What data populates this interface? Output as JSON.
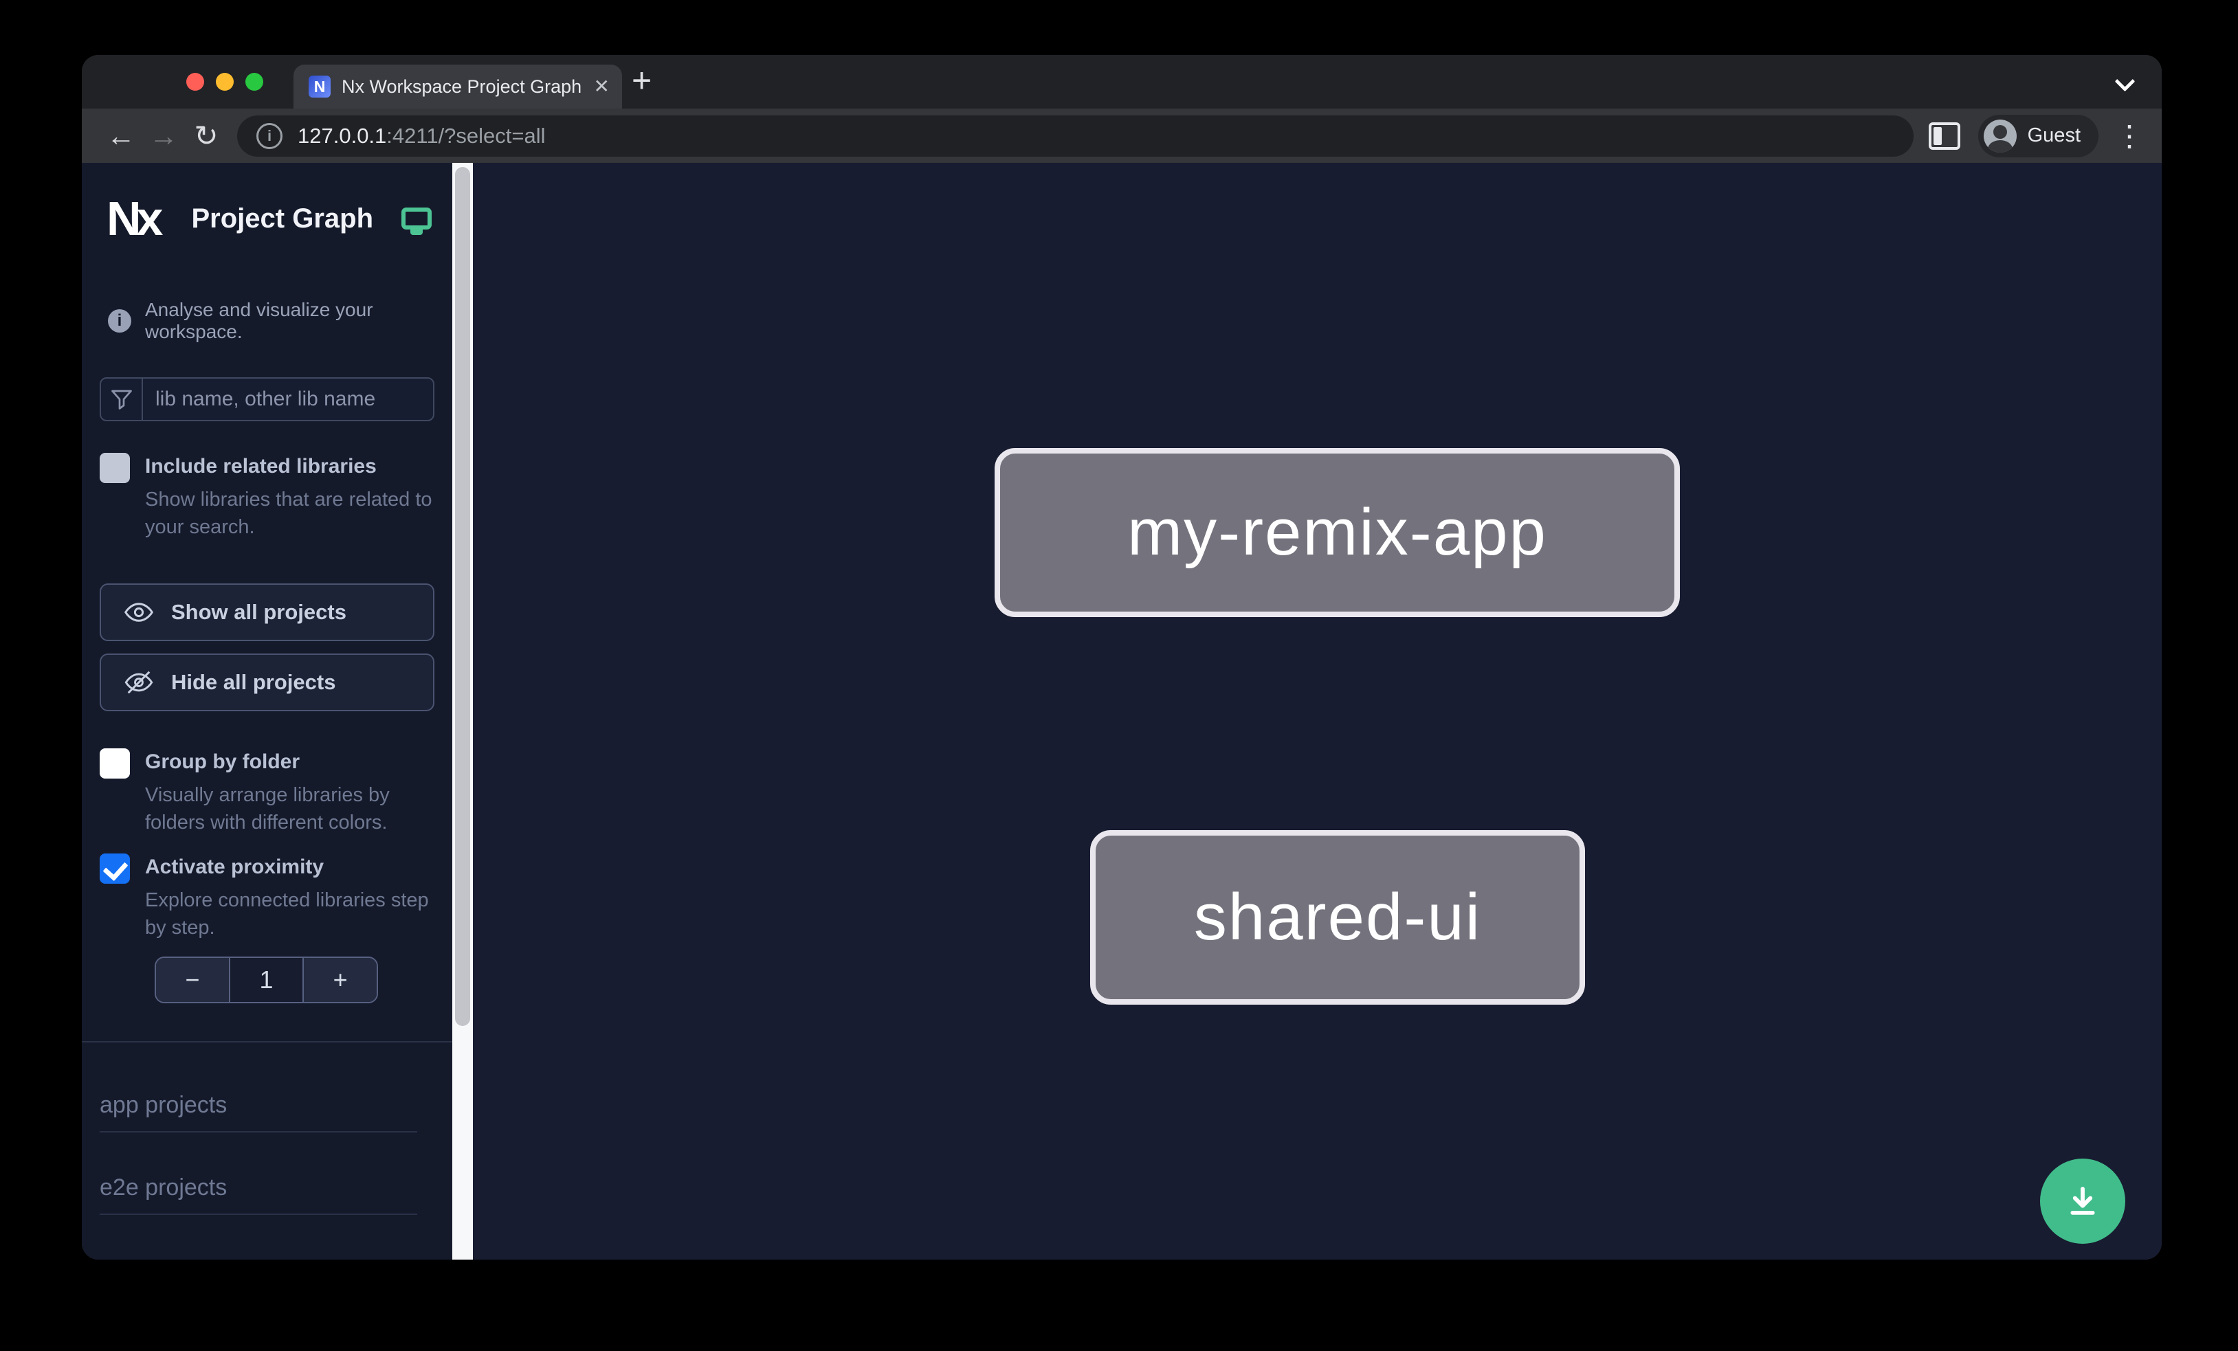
{
  "browser": {
    "tab_title": "Nx Workspace Project Graph",
    "favicon_label": "N",
    "new_tab_label": "+",
    "close_tab_label": "✕",
    "back_label": "←",
    "forward_label": "→",
    "reload_label": "↻",
    "url": {
      "host": "127.0.0.1",
      "rest": ":4211/?select=all",
      "info_glyph": "i"
    },
    "profile_label": "Guest",
    "kebab_glyph": "⋮"
  },
  "sidebar": {
    "logo_text": "Nx",
    "app_title": "Project Graph",
    "tagline": "Analyse and visualize your workspace.",
    "tagline_icon_glyph": "i",
    "filter_placeholder": "lib name, other lib name",
    "options": [
      {
        "label": "Include related libraries",
        "description": "Show libraries that are related to your search.",
        "checked": false
      },
      {
        "label": "Group by folder",
        "description": "Visually arrange libraries by folders with different colors.",
        "checked": false
      },
      {
        "label": "Activate proximity",
        "description": "Explore connected libraries step by step.",
        "checked": true
      }
    ],
    "buttons": [
      {
        "label": "Show all projects",
        "icon": "eye-icon"
      },
      {
        "label": "Hide all projects",
        "icon": "eye-off-icon"
      }
    ],
    "stepper": {
      "decrement": "−",
      "value": "1",
      "increment": "+"
    },
    "sections": [
      {
        "label": "app projects"
      },
      {
        "label": "e2e projects"
      }
    ]
  },
  "graph": {
    "nodes": [
      {
        "label": "my-remix-app"
      },
      {
        "label": "shared-ui"
      }
    ],
    "edges": [
      {
        "source": "my-remix-app",
        "target": "shared-ui"
      }
    ]
  },
  "colors": {
    "accent_blue": "#1470f4",
    "monitor_green": "#4dc494",
    "fab_green": "#41bd8b",
    "node_fill": "#74737d",
    "node_border": "#e9e7ed",
    "sidebar_bg": "#151a2b",
    "canvas_bg": "#181c31"
  }
}
